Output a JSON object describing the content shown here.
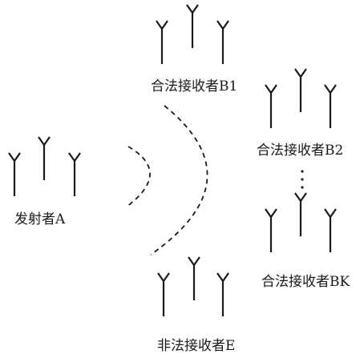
{
  "labels": {
    "transmitter": "发射者A",
    "legit_1": "合法接收者B1",
    "legit_2": "合法接收者B2",
    "legit_k": "合法接收者BK",
    "eavesdropper": "非法接收者E"
  },
  "colors": {
    "ink": "#1a1a1a",
    "background": "#ffffff"
  },
  "icons": {
    "antenna": "antenna-icon",
    "signal_wave": "dashed-arc",
    "ellipsis": "vertical-dots"
  }
}
